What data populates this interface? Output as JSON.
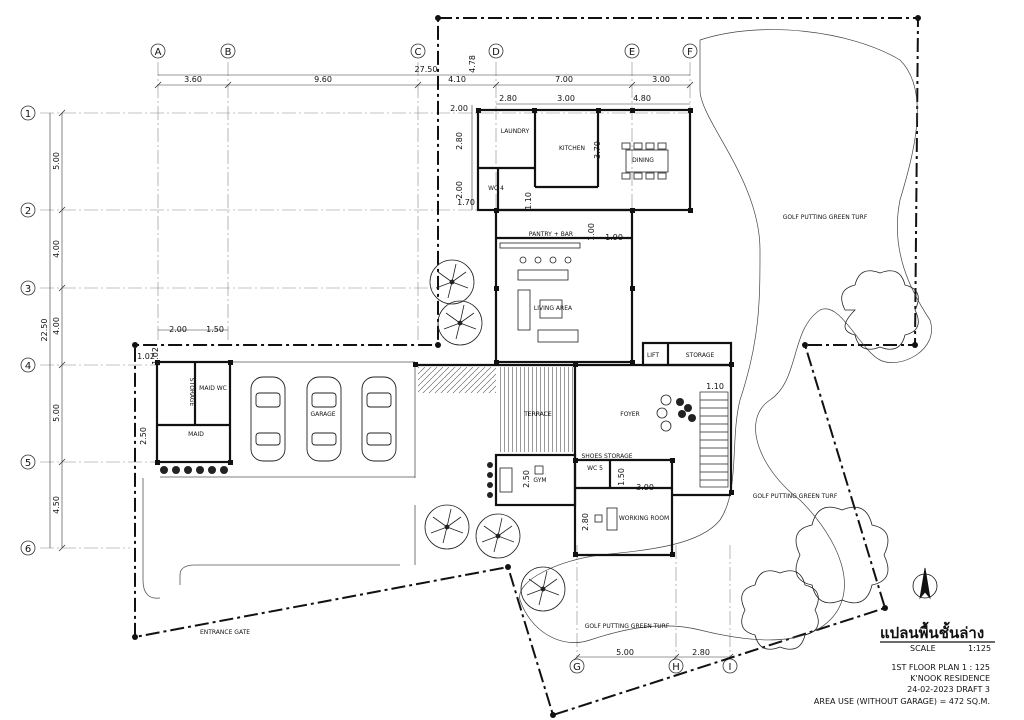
{
  "grid": {
    "columns": [
      "A",
      "B",
      "C",
      "D",
      "E",
      "F",
      "G",
      "H",
      "I"
    ],
    "rows": [
      "1",
      "2",
      "3",
      "4",
      "5",
      "6"
    ]
  },
  "dimensions": {
    "overall_top": "27.50",
    "overall_left": "22.50",
    "top": [
      "3.60",
      "9.60",
      "4.10",
      "7.00",
      "3.00"
    ],
    "second": [
      "2.80",
      "3.00",
      "4.80"
    ],
    "left": [
      "5.00",
      "4.00",
      "4.00",
      "5.00",
      "4.50"
    ],
    "misc": {
      "d_top": "4.78",
      "laundry_w": "2.00",
      "laundry_h": "2.80",
      "kitchen_h": "3.70",
      "wc4_h": "2.00",
      "wc4_h2": "1.10",
      "wc4_w": "1.70",
      "pantry_h": "1.00",
      "pantry_w": "1.90",
      "maid_a": "2.00",
      "maid_b": "1.50",
      "maid_c": "1.02",
      "maid_h": "2.50",
      "lift_h": "1.10",
      "gym_h": "2.50",
      "wc5_h": "1.50",
      "wc5_w": "3.00",
      "work_h": "2.80",
      "bottom_gh": "5.00",
      "bottom_hi": "2.80"
    }
  },
  "rooms": {
    "laundry": "LAUNDRY",
    "kitchen": "KITCHEN",
    "dining": "DINING",
    "wc4": "WC 4",
    "pantry": "PANTRY + BAR",
    "living": "LIVING AREA",
    "lift": "LIFT",
    "storage": "STORAGE",
    "foyer": "FOYER",
    "terrace": "TERRACE",
    "garage": "GARAGE",
    "maid_storage": "STORAGE",
    "maid_wc": "MAID\nWC",
    "maid": "MAID",
    "shoes": "SHOES STORAGE",
    "wc5": "WC 5",
    "gym": "GYM",
    "working": "WORKING ROOM"
  },
  "labels": {
    "golf_top": "GOLF PUTTING GREEN TURF",
    "golf_right": "GOLF PUTTING GREEN TURF",
    "golf_bottom": "GOLF PUTTING GREEN TURF",
    "entrance": "ENTRANCE GATE"
  },
  "title": {
    "thai": "แปลนพื้นชั้นล่าง",
    "scale_label": "SCALE",
    "scale_value": "1:125",
    "line1": "1ST FLOOR PLAN 1 : 125",
    "line2": "K'NOOK RESIDENCE",
    "line3": "24-02-2023 DRAFT 3",
    "line4": "AREA USE (WITHOUT GARAGE) = 472 SQ.M."
  }
}
